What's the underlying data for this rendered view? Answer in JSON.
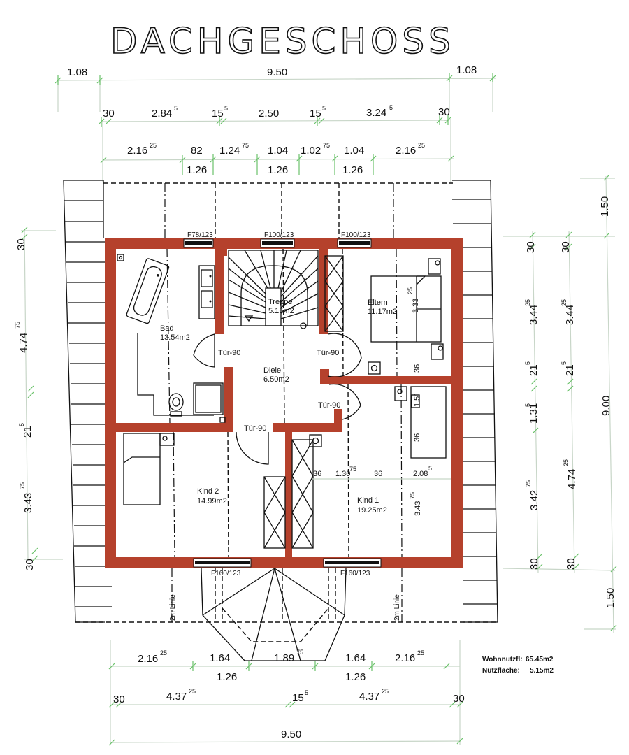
{
  "title": "DACHGESCHOSS",
  "colors": {
    "wall": "#b5412c",
    "dimension_line": "#c8d6c8",
    "dimension_tick": "#6bc26b",
    "ink": "#111111"
  },
  "dimensions": {
    "top_row1": [
      {
        "v": "1.08",
        "s": ""
      },
      {
        "v": "9.50",
        "s": ""
      },
      {
        "v": "1.08",
        "s": ""
      }
    ],
    "top_row2": [
      {
        "v": "30",
        "s": ""
      },
      {
        "v": "2.84",
        "s": "5"
      },
      {
        "v": "15",
        "s": "5"
      },
      {
        "v": "2.50",
        "s": ""
      },
      {
        "v": "15",
        "s": "5"
      },
      {
        "v": "3.24",
        "s": "5"
      },
      {
        "v": "30",
        "s": ""
      }
    ],
    "top_row3": [
      {
        "v": "2.16",
        "s": "25"
      },
      {
        "v": "82",
        "s": ""
      },
      {
        "v": "1.24",
        "s": "75"
      },
      {
        "v": "1.04",
        "s": ""
      },
      {
        "v": "1.02",
        "s": "75"
      },
      {
        "v": "1.04",
        "s": ""
      },
      {
        "v": "2.16",
        "s": "25"
      }
    ],
    "top_row3_sub": [
      "1.26",
      "1.26",
      "1.26"
    ],
    "left": [
      {
        "v": "30",
        "s": ""
      },
      {
        "v": "4.74",
        "s": "75"
      },
      {
        "v": "21",
        "s": "5"
      },
      {
        "v": "3.43",
        "s": "75"
      },
      {
        "v": "30",
        "s": ""
      }
    ],
    "right_col1": [
      {
        "v": "30",
        "s": ""
      },
      {
        "v": "3.44",
        "s": "25"
      },
      {
        "v": "21",
        "s": "5"
      },
      {
        "v": "1.31",
        "s": "5"
      },
      {
        "v": "3.42",
        "s": "75"
      },
      {
        "v": "30",
        "s": ""
      }
    ],
    "right_col2": [
      {
        "v": "30",
        "s": ""
      },
      {
        "v": "3.44",
        "s": "25"
      },
      {
        "v": "21",
        "s": "5"
      },
      {
        "v": "4.74",
        "s": "25"
      },
      {
        "v": "30",
        "s": ""
      }
    ],
    "right_col3": [
      {
        "v": "1.50",
        "s": ""
      },
      {
        "v": "9.00",
        "s": ""
      },
      {
        "v": "1.50",
        "s": ""
      }
    ],
    "bottom_row1": [
      {
        "v": "2.16",
        "s": "25"
      },
      {
        "v": "1.64",
        "s": ""
      },
      {
        "v": "1.89",
        "s": "75"
      },
      {
        "v": "1.64",
        "s": ""
      },
      {
        "v": "2.16",
        "s": "25"
      }
    ],
    "bottom_row1_sub": [
      "1.26",
      "1.26"
    ],
    "bottom_row2": [
      {
        "v": "30",
        "s": ""
      },
      {
        "v": "4.37",
        "s": "25"
      },
      {
        "v": "15",
        "s": "5"
      },
      {
        "v": "4.37",
        "s": "25"
      },
      {
        "v": "30",
        "s": ""
      }
    ],
    "bottom_row3": [
      {
        "v": "9.50",
        "s": ""
      }
    ]
  },
  "windows": [
    "F78/123",
    "F100/123",
    "F100/123",
    "F160/123",
    "F160/123"
  ],
  "rooms": [
    {
      "name": "Bad",
      "area": "13.54m2"
    },
    {
      "name": "Treppe",
      "area": "5.15m2"
    },
    {
      "name": "Eltern",
      "area": "11.17m2"
    },
    {
      "name": "Diele",
      "area": "6.50m2"
    },
    {
      "name": "Kind 2",
      "area": "14.99m2"
    },
    {
      "name": "Kind 1",
      "area": "19.25m2"
    }
  ],
  "doors": [
    "Tür-90",
    "Tür-90",
    "Tür-90",
    "Tür-90"
  ],
  "interior_dims": {
    "eltern_bed": {
      "v": "3.33",
      "s": "25"
    },
    "eltern_36": "36",
    "kind1_bed_label": "1.51",
    "kind1_36a": "36",
    "kind1_row": [
      {
        "v": "36",
        "s": ""
      },
      {
        "v": "1.30",
        "s": "75"
      },
      {
        "v": "36",
        "s": ""
      },
      {
        "v": "2.08",
        "s": "5"
      }
    ],
    "kind1_vertical": {
      "v": "3.43",
      "s": "75"
    }
  },
  "line_2m": "2m Linie",
  "summary": [
    {
      "label": "Wohnnutzfl:",
      "value": "65.45m2"
    },
    {
      "label": "Nutzfläche:",
      "value": "5.15m2"
    }
  ]
}
